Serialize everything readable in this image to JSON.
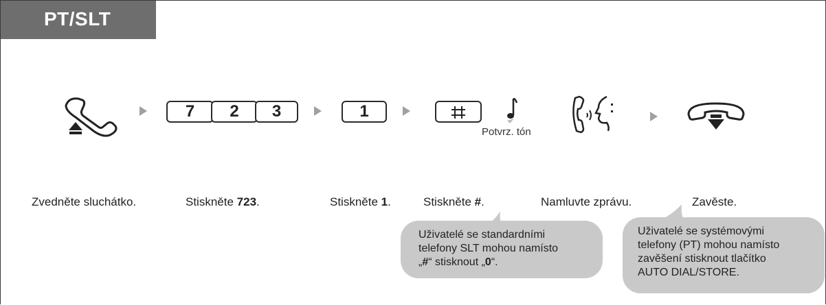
{
  "header": {
    "title": "PT/SLT"
  },
  "steps": {
    "dial_keys": [
      "7",
      "2",
      "3"
    ],
    "key_one": "1",
    "key_hash_symbol": "#",
    "tone_label": "Potvrz. tón"
  },
  "labels": {
    "lift": "Zvedněte sluchátko.",
    "press723_prefix": "Stiskněte ",
    "press723_value": "723",
    "press1_prefix": "Stiskněte ",
    "press1_value": "1",
    "press_hash_prefix": "Stiskněte ",
    "press_hash_value": "#",
    "speak": "Namluvte zprávu.",
    "hangup": "Zavěste."
  },
  "notes": {
    "slt_line1": "Uživatelé se standardními",
    "slt_line2": "telefony SLT mohou namísto",
    "slt_line3_a": "„",
    "slt_line3_b": "#",
    "slt_line3_c": "“ stisknout „",
    "slt_line3_d": "0",
    "slt_line3_e": "“.",
    "pt_line1": "Uživatelé se systémovými",
    "pt_line2": "telefony (PT) mohou namísto",
    "pt_line3": "zavěšení stisknout tlačítko",
    "pt_line4": "AUTO DIAL/STORE."
  },
  "icons": [
    "handset-lift-icon",
    "hash-key-icon",
    "confirmation-tone-icon",
    "speaking-handset-icon",
    "handset-hangup-icon"
  ],
  "colors": {
    "header_bg": "#6e6e6e",
    "arrow": "#a0a0a0",
    "bubble": "#c9c9c9"
  }
}
